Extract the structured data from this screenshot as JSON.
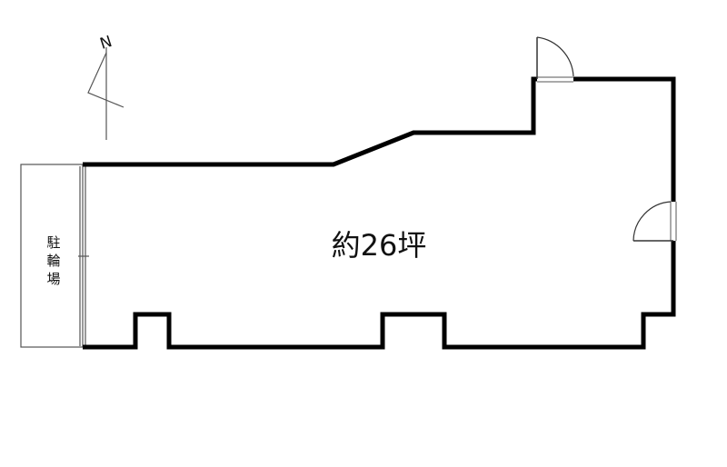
{
  "compass": {
    "label": "N"
  },
  "room": {
    "area_label": "約26坪"
  },
  "bike_parking": {
    "label": [
      "駐",
      "輪",
      "場"
    ]
  },
  "colors": {
    "wall": "#000000",
    "thin_line": "#555555",
    "background": "#ffffff"
  }
}
